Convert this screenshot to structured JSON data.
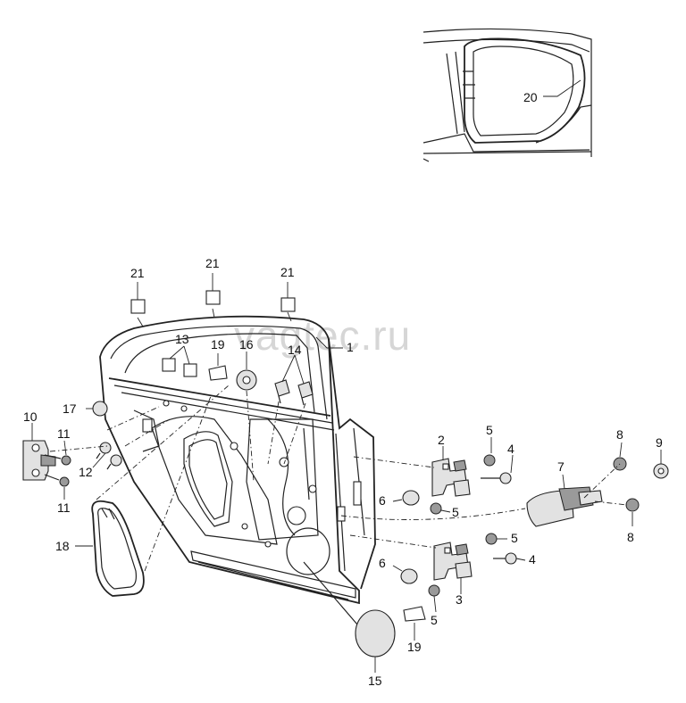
{
  "watermark": "vagtec.ru",
  "callouts": {
    "c1": "1",
    "c2": "2",
    "c3": "3",
    "c4a": "4",
    "c4b": "4",
    "c5a": "5",
    "c5b": "5",
    "c5c": "5",
    "c5d": "5",
    "c6a": "6",
    "c6b": "6",
    "c7": "7",
    "c8a": "8",
    "c8b": "8",
    "c9": "9",
    "c10": "10",
    "c11a": "11",
    "c11b": "11",
    "c12": "12",
    "c13": "13",
    "c14": "14",
    "c15": "15",
    "c16": "16",
    "c17": "17",
    "c18": "18",
    "c19a": "19",
    "c19b": "19",
    "c20": "20",
    "c21a": "21",
    "c21b": "21",
    "c21c": "21"
  }
}
